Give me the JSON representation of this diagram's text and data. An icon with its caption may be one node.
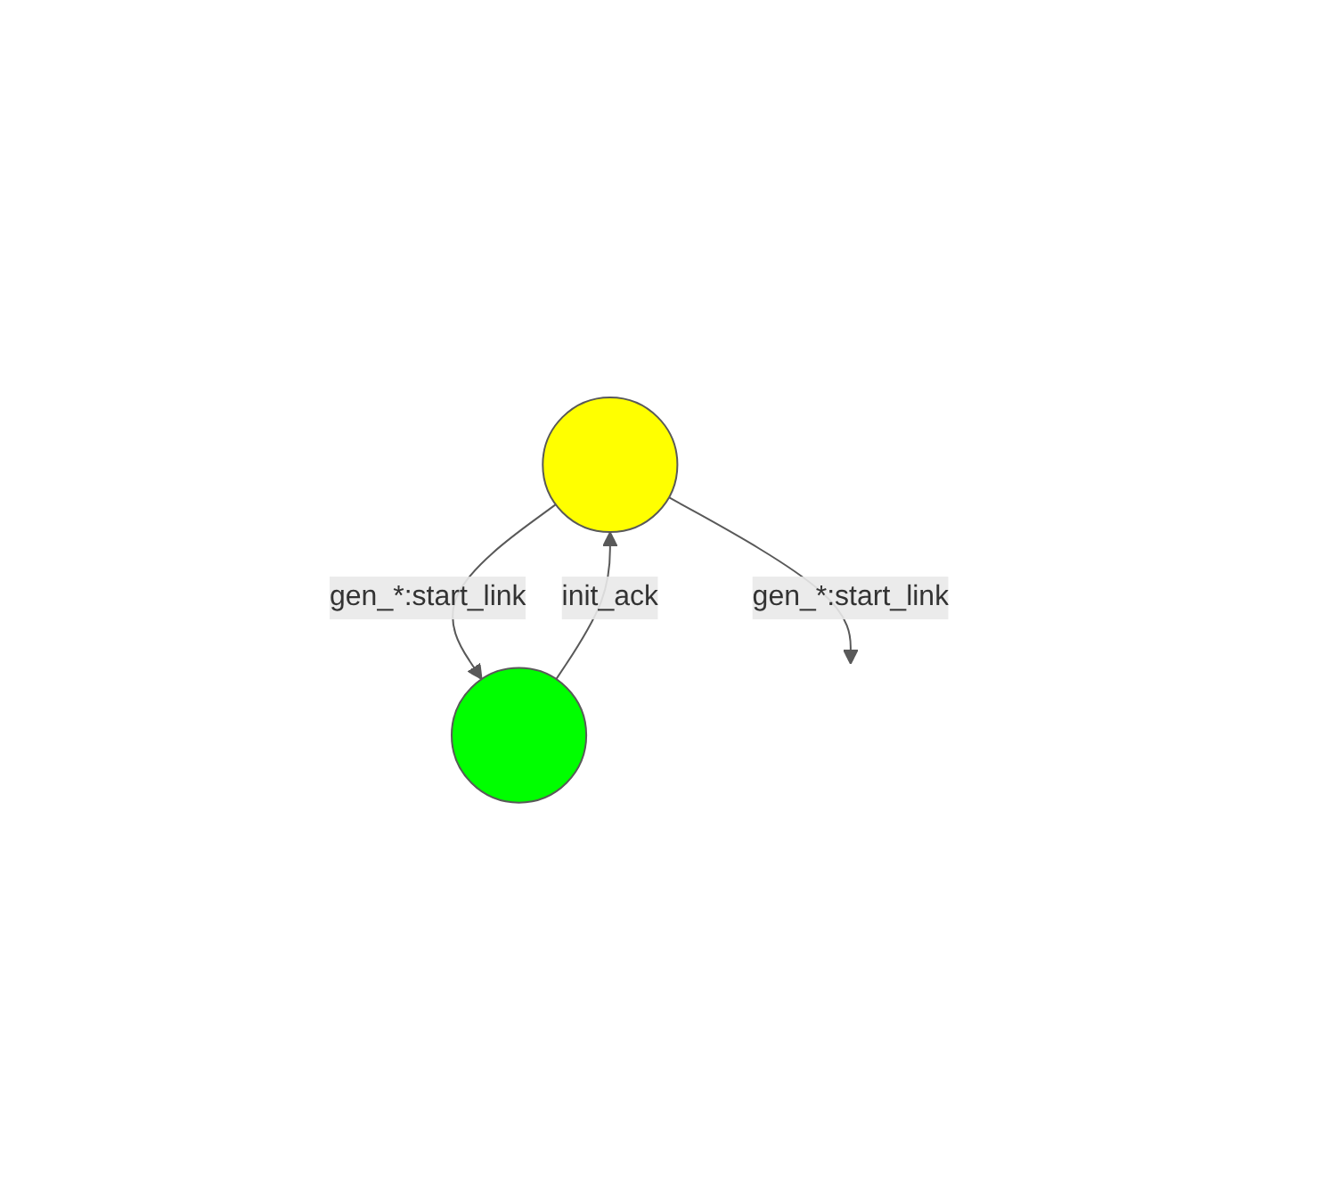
{
  "diagram": {
    "nodes": [
      {
        "text": [],
        "shape": "circle"
      },
      {
        "text": [],
        "shape": "circle"
      }
    ],
    "edges": [
      {
        "from": 0,
        "to": 1,
        "arrow": "to",
        "label": "gen_*:start_link"
      },
      {
        "from": 1,
        "to": 0,
        "arrow": "to",
        "label": "init_ack"
      },
      {
        "from": 0,
        "to": null,
        "arrow": "to",
        "label": "gen_*:start_link"
      }
    ]
  }
}
